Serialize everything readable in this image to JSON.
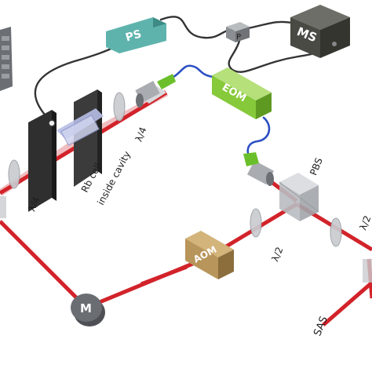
{
  "devices": {
    "ps": "PS",
    "ms": "MS",
    "p": "P",
    "eom": "EOM",
    "aom": "AOM",
    "mirror": "M"
  },
  "labels": {
    "rb_cell_line1": "Rb cell",
    "rb_cell_line2": "inside cavity",
    "quarter_wave_top": "λ/4",
    "quarter_wave_left": "λ/4",
    "half_wave_mid": "λ/2",
    "half_wave_right": "λ/2",
    "pbs": "PBS",
    "sas": "SAS"
  },
  "colors": {
    "beam": "#d2232a",
    "beam_glow": "#e8868a",
    "cable": "#333333",
    "fiber": "#2b4fc4",
    "ps_box": "#5fb3ad",
    "ms_box": "#4a4a45",
    "eom_box": "#86c93a",
    "aom_box": "#b8955a",
    "connector_green": "#6bbf2a",
    "plate": "#3b3b3b",
    "optic": "#c9ccd0"
  }
}
